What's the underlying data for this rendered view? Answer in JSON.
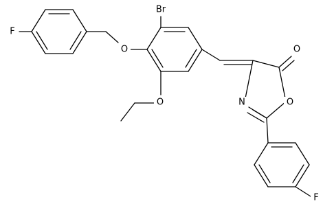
{
  "molecule": {
    "atoms": {
      "br": "Br",
      "o_benzyl": "O",
      "f_top": "F",
      "o_ethoxy": "O",
      "o_carbonyl": "O",
      "n_ring": "N",
      "o_ring": "O",
      "f_bottom": "F"
    }
  }
}
